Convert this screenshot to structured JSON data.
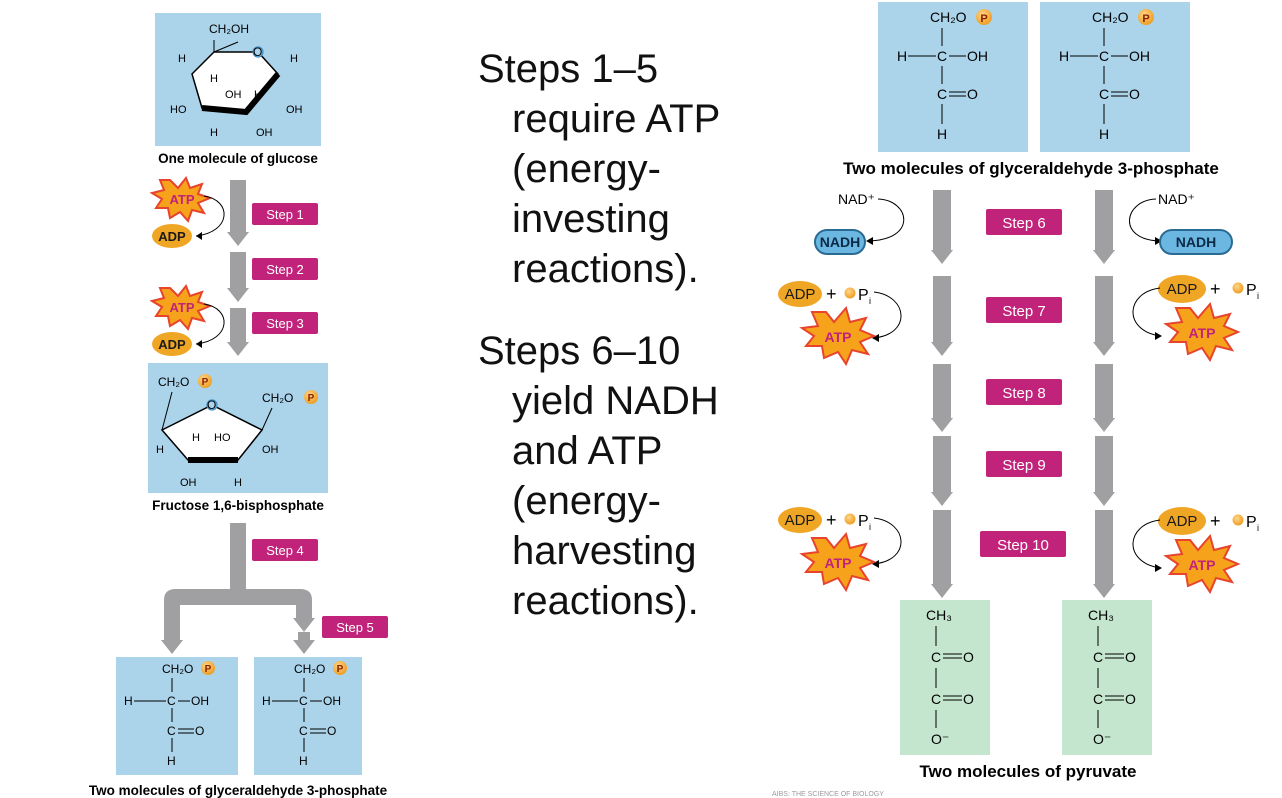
{
  "left_panel": {
    "glucose_caption": "One molecule of glucose",
    "fructose_caption": "Fructose 1,6-bisphosphate",
    "bottom_caption": "Two molecules of glyceraldehyde 3-phosphate",
    "steps": [
      "Step 1",
      "Step 2",
      "Step 3",
      "Step 4",
      "Step 5"
    ],
    "glucose_labels": {
      "ch2oh": "CH₂OH",
      "o": "O",
      "h": "H",
      "oh": "OH",
      "ho": "HO"
    },
    "fructose_labels": {
      "ch2o": "CH₂O",
      "o": "O",
      "h": "H",
      "ho": "HO",
      "oh": "OH"
    }
  },
  "middle_text": {
    "block1_first": "Steps 1–5",
    "block1_rest": [
      "require ATP",
      "(energy-",
      "investing",
      "reactions)."
    ],
    "block2_first": "Steps 6–10",
    "block2_rest": [
      "yield NADH",
      "and ATP",
      "(energy-",
      "harvesting",
      "reactions)."
    ]
  },
  "right_panel": {
    "top_caption": "Two molecules of glyceraldehyde 3-phosphate",
    "bottom_caption": "Two molecules of pyruvate",
    "steps": [
      "Step 6",
      "Step 7",
      "Step 8",
      "Step 9",
      "Step 10"
    ],
    "nad": "NAD⁺",
    "nadh": "NADH",
    "g3p_labels": {
      "ch2o": "CH₂O",
      "h": "H",
      "c": "C",
      "oh": "OH",
      "o": "O"
    },
    "pyruvate_labels": {
      "ch3": "CH₃",
      "c": "C",
      "o": "O",
      "ominus": "O⁻"
    },
    "footer_note": "AIBS: THE SCIENCE OF BIOLOGY"
  },
  "badges": {
    "atp": "ATP",
    "adp": "ADP",
    "pi": "P",
    "pi_sub": "i",
    "plus": "+",
    "p": "P"
  },
  "colors": {
    "blue_box": "#abd3ea",
    "green_box": "#c4e6cf",
    "step_magenta": "#c2237a",
    "arrow_gray": "#a0a0a3",
    "adp_orange": "#f0a625",
    "atp_star": "#f7a21b",
    "atp_burst_red": "#e8432d",
    "nadh_blue": "#6bb7e2"
  }
}
